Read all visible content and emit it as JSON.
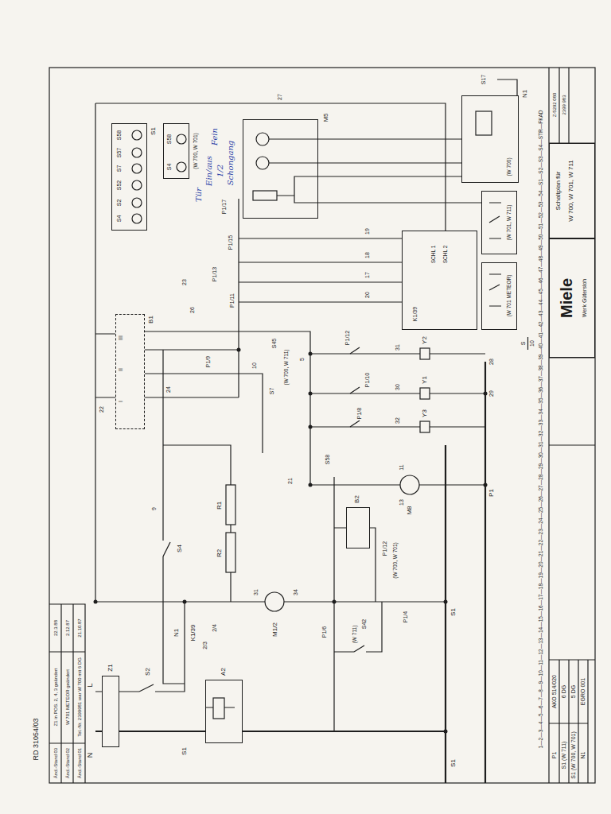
{
  "diagram": {
    "nodes": [
      {
        "text": [
          "Miele",
          "Werk Gütersloh"
        ]
      },
      {
        "text": [
          "Schaltplan für",
          "W 700, W 701, W 711"
        ]
      },
      {
        "text": [
          "Z1"
        ]
      },
      {
        "text": [
          "A2"
        ]
      },
      {
        "text": [
          "B1"
        ]
      },
      {
        "text": [
          "B2"
        ]
      },
      {
        "text": [
          "M5"
        ]
      },
      {
        "text": [
          "S1",
          "S4",
          "S2",
          "S52",
          "S7",
          "S57",
          "S58"
        ]
      },
      {
        "text": [
          "(W 700, W 701)",
          "S4",
          "S58"
        ]
      },
      {
        "text": [
          "(W 700)"
        ]
      },
      {
        "text": [
          "(W 701, W 711)"
        ]
      },
      {
        "text": [
          "K1/39",
          "SCHL 1",
          "SCHL 2"
        ]
      },
      {
        "text": [
          "(W 701 METEOR)"
        ]
      }
    ],
    "labels": [
      "RD 31054/03",
      "Änd.-Stand 03",
      "Z1 in POS. 2, 4, 3 geändert",
      "22.3.88",
      "Änd.-Stand 02",
      "W 701 METEOR geändert",
      "2.12.87",
      "Änd.-Stand 01",
      "Tel.-Nr. 2399981 war W 700 mit 6 DG",
      "21.10.87",
      "1—2—3—4—5—6—7—8—9—10—11—12—13—14—15—16—17—18—19—20—21—22—23—24—25—26—27—28—29—30—31—32—33—34—35—36—37—38—39—40—41—42—43—44—45—46—47—48—49—50—51—52—53—54—S1—S2—S3—S4—STR—FKAD",
      "S",
      "10",
      "Z-5292 080",
      "2399 983",
      "P1",
      "AKO 514/020",
      "S1 (W 711)",
      "6 DG",
      "S1 (W 700, W 701)",
      "5 DG",
      "N1",
      "EGRO 001",
      "N",
      "L",
      "S2",
      "S1",
      "N1",
      "K1/39",
      "2/3",
      "2/4",
      "M1/2",
      "31",
      "34",
      "R1",
      "R2",
      "S4",
      "9",
      "P1/12",
      "(W 700, W 701)",
      "P1/4",
      "P1/6",
      "S42",
      "(W 711)",
      "M8",
      "11",
      "13",
      "S58",
      "S7",
      "S45",
      "(W 700, W 711)",
      "P1/9",
      "P1/17",
      "P1/15",
      "P1/13",
      "P1/11",
      "P1/12",
      "P1/10",
      "P1/8",
      "Y2",
      "Y1",
      "Y3",
      "III",
      "II",
      "I",
      "S1",
      "S1",
      "P1",
      "28",
      "29",
      "N1",
      "S17",
      "5",
      "21",
      "10",
      "22",
      "23",
      "24",
      "26",
      "27",
      "17",
      "18",
      "19",
      "20",
      "30",
      "31",
      "32",
      "Tür",
      "Ein/aus",
      "1/2",
      "Schongang",
      "Fein"
    ]
  }
}
